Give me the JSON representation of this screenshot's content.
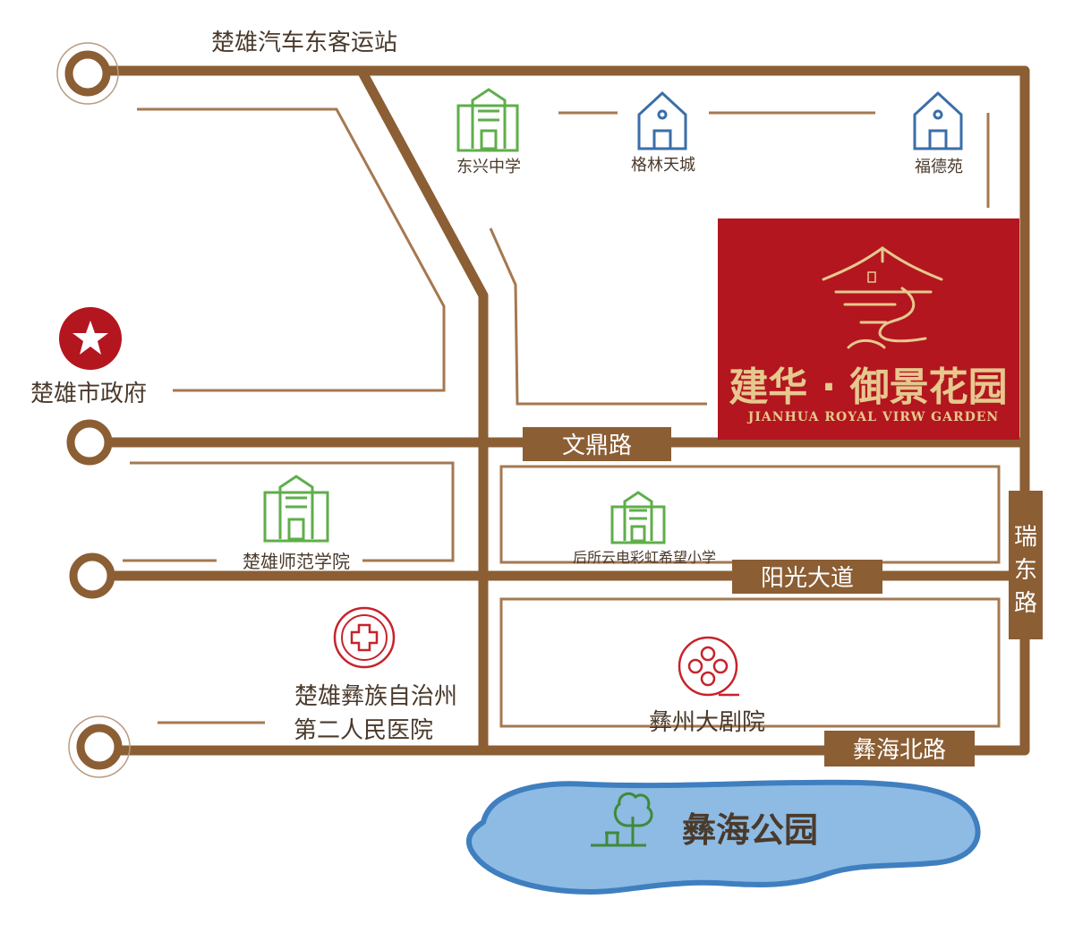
{
  "colors": {
    "road": "#8b5e34",
    "thin_road": "#a57850",
    "road_label_bg": "#8b5e34",
    "brand_bg": "#b3161f",
    "brand_gold": "#e6c88f",
    "school_green": "#5fae4a",
    "residence_blue": "#3a6ea8",
    "government_red": "#b3161f",
    "hospital_red": "#c7232b",
    "theater_red": "#c7232b",
    "lake_blue": "#8dbbe3",
    "lake_edge": "#3f7fc0",
    "park_green": "#3f8a3a"
  },
  "project": {
    "name_cn": "建华 · 御景花园",
    "name_en": "JIANHUA ROYAL VIRW GARDEN",
    "logo_icon": "pavilion-roof-logo"
  },
  "roads": {
    "wending": "文鼎路",
    "yangguang": "阳光大道",
    "yihai_north": "彝海北路",
    "ruidong": [
      "瑞",
      "东",
      "路"
    ]
  },
  "pois": {
    "bus_station": "楚雄汽车东客运站",
    "dongxing_school": "东兴中学",
    "gelin_tiancheng": "格林天城",
    "fude_yuan": "福德苑",
    "city_government": "楚雄市政府",
    "normal_university": "楚雄师范学院",
    "primary_school": "后所云电彩虹希望小学",
    "hospital_line1": "楚雄彝族自治州",
    "hospital_line2": "第二人民医院",
    "theater": "彝州大剧院",
    "park": "彝海公园"
  },
  "icons": {
    "school": "school-building-icon",
    "residence": "house-icon",
    "government": "star-icon",
    "hospital": "hospital-cross-icon",
    "theater": "film-reel-icon",
    "park": "tree-icon",
    "terminal": "ring-endpoint-icon"
  }
}
